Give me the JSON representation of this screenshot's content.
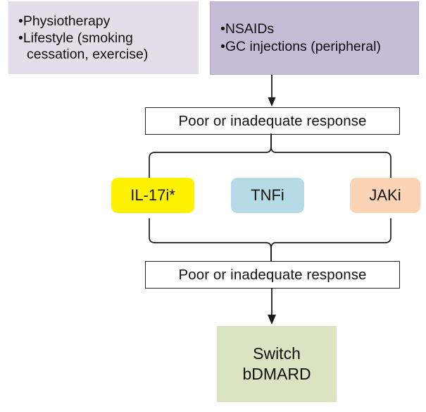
{
  "diagram": {
    "title": "Treatment algorithm flowchart",
    "colors": {
      "panel_left_bg": "#e3dee8",
      "panel_right_bg": "#c5bcd8",
      "response_box_bg": "#ffffff",
      "response_box_border": "#262626",
      "il17i_bg": "#fff200",
      "tnfi_bg": "#b6dbe6",
      "jaki_bg": "#fad4b4",
      "outcome_bg": "#d9e4c0",
      "text": "#111111",
      "connector": "#1a1a1a"
    },
    "first_line_panel": {
      "bullet_glyph": "•",
      "items": [
        "Physiotherapy",
        "Lifestyle (smoking\ncessation, exercise)"
      ]
    },
    "pharmacologic_panel": {
      "bullet_glyph": "•",
      "items": [
        "NSAIDs",
        "GC injections (peripheral)"
      ]
    },
    "response_step_1": {
      "label": "Poor or inadequate response"
    },
    "treatment_options": [
      {
        "label": "IL-17i*",
        "name": "il17i"
      },
      {
        "label": "TNFi",
        "name": "tnfi"
      },
      {
        "label": "JAKi",
        "name": "jaki"
      }
    ],
    "response_step_2": {
      "label": "Poor or inadequate response"
    },
    "outcome": {
      "line1": "Switch",
      "line2": "bDMARD"
    }
  }
}
